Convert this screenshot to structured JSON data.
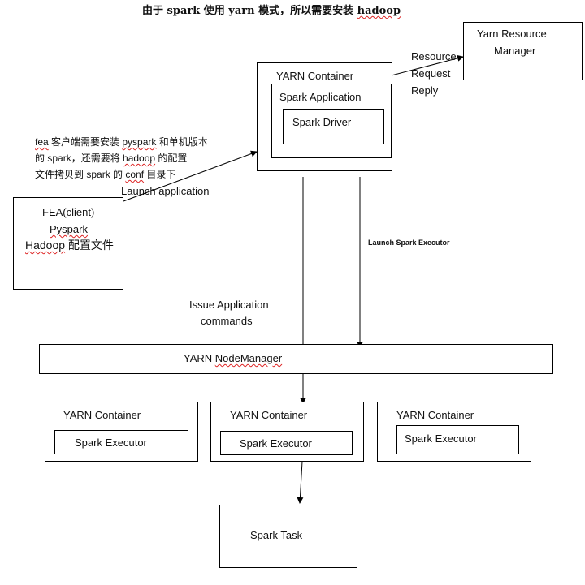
{
  "title": {
    "prefix": "由于 ",
    "w1": "spark",
    "mid1": " 使用 ",
    "w2": "yarn",
    "suffix": " 模式，所以需要安装 ",
    "w3": "hadoop"
  },
  "resource_manager": {
    "line1": "Yarn Resource",
    "line2": "Manager"
  },
  "rm_arrow_labels": {
    "l1": "Resource",
    "l2": "Request",
    "l3": "Reply"
  },
  "yarn_container_top": {
    "label": "YARN Container",
    "app_label": "Spark Application",
    "driver_label": "Spark Driver"
  },
  "note": {
    "line1_a": "fea",
    "line1_b": " 客户端需要安装 ",
    "line1_c": "pyspark",
    "line1_d": " 和单机版本",
    "line2_a": "的 ",
    "line2_b": "spark",
    "line2_c": "，还需要将 ",
    "line2_d": "hadoop",
    "line2_e": " 的配置",
    "line3_a": "文件拷贝到 ",
    "line3_b": "spark",
    "line3_c": " 的 ",
    "line3_d": "conf",
    "line3_e": " 目录下"
  },
  "launch_application": "Launch application",
  "client": {
    "line1": "FEA(client)",
    "line2": "Pyspark",
    "line3_a": "Hadoop",
    "line3_b": " 配置文件"
  },
  "launch_executor_label": "Launch Spark Executor",
  "issue_label": {
    "l1": "Issue Application",
    "l2": "commands"
  },
  "node_manager": {
    "a": "YARN ",
    "b": "NodeManager"
  },
  "containers": [
    {
      "label": "YARN Container",
      "executor": "Spark Executor"
    },
    {
      "label": "YARN Container",
      "executor": "Spark Executor"
    },
    {
      "label": "YARN Container",
      "executor": "Spark Executor"
    }
  ],
  "spark_task": "Spark Task"
}
